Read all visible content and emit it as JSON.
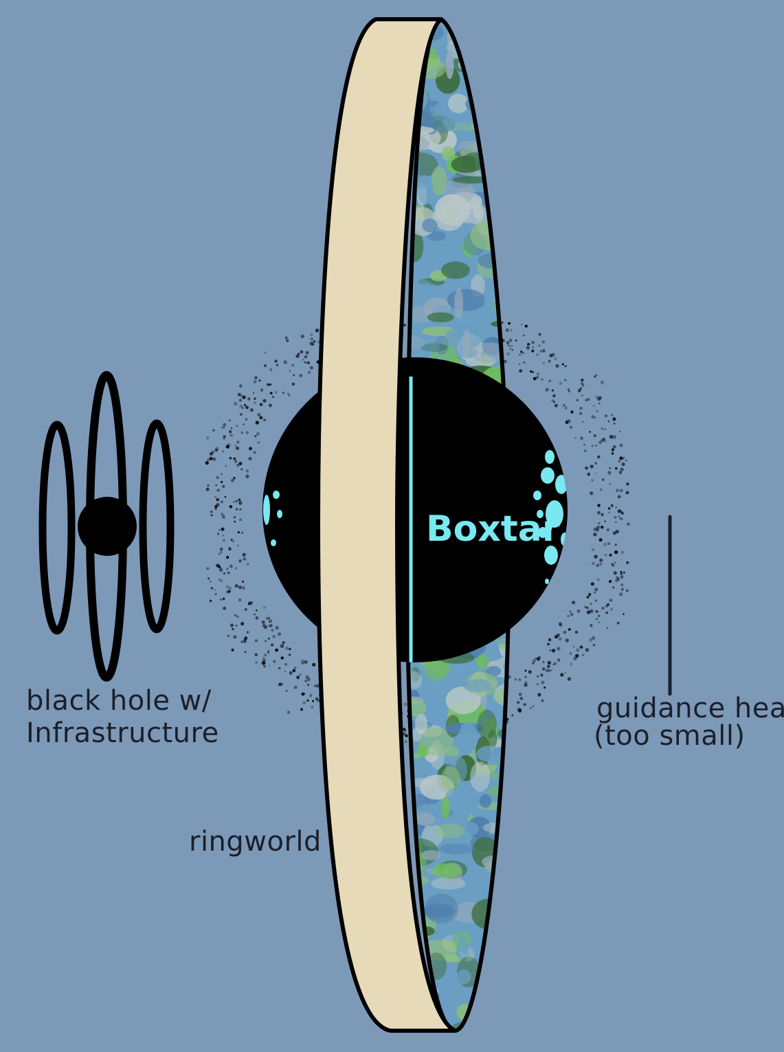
{
  "labels": {
    "black_hole_line1": "black hole w/",
    "black_hole_line2": "Infrastructure",
    "guidance_line1": "guidance head",
    "guidance_line2": "(too small)",
    "ringworld": "ringworld",
    "boxtar": "Boxtar"
  },
  "colors": {
    "background": "#7d99b8",
    "ring_outer": "#e6dab8",
    "outline": "#000000",
    "boxtar_body": "#000000",
    "boxtar_accent": "#79e8f0",
    "land_green": "#6fbe5a",
    "land_dark": "#3c6d3d",
    "water_blue": "#6a9ec2",
    "cloud": "#b9c7c8",
    "text": "#1b1f2a"
  }
}
